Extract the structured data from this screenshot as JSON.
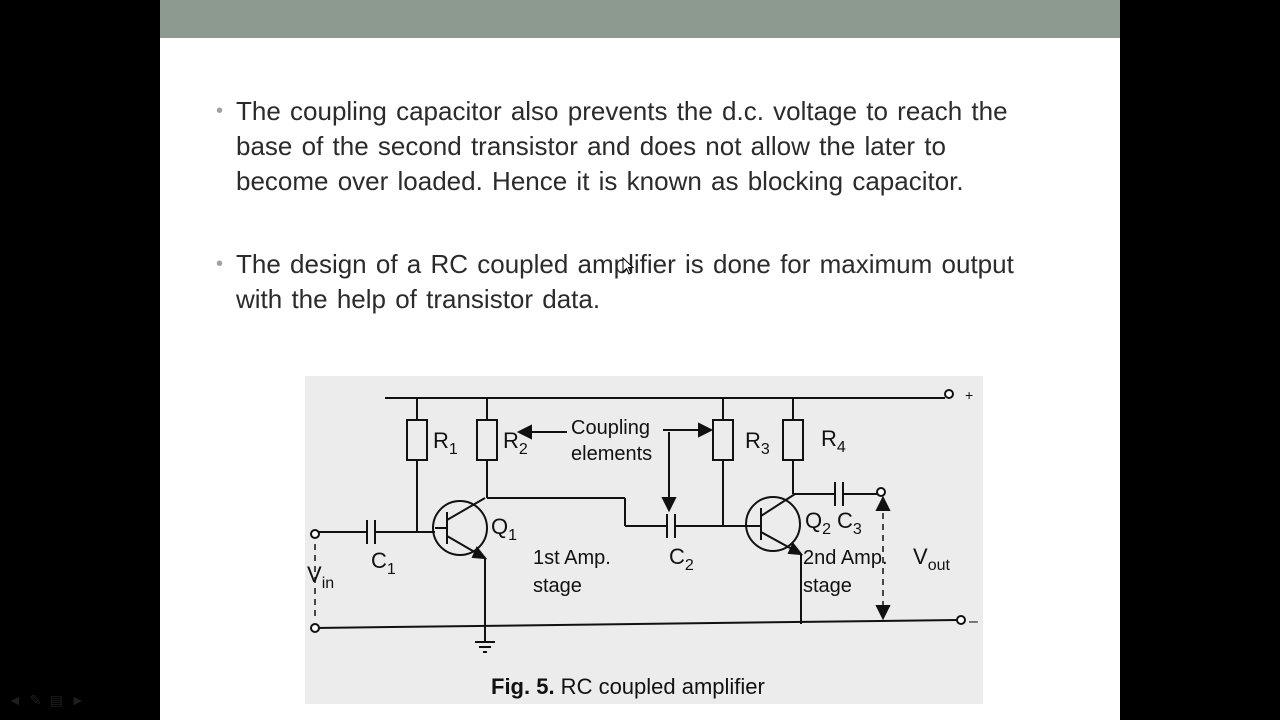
{
  "slide": {
    "bullets": [
      "The coupling capacitor also prevents the d.c. voltage to reach the base of the second  transistor and does not allow the later to become over loaded. Hence it is known as blocking capacitor.",
      "The design of a RC coupled amplifier is done for maximum output with the help of transistor data."
    ]
  },
  "figure": {
    "caption_bold": "Fig. 5.",
    "caption_text": " RC coupled amplifier",
    "labels": {
      "plus": "+",
      "minus": "–",
      "r1": "R",
      "r1_sub": "1",
      "r2": "R",
      "r2_sub": "2",
      "r3": "R",
      "r3_sub": "3",
      "r4": "R",
      "r4_sub": "4",
      "c1": "C",
      "c1_sub": "1",
      "c2": "C",
      "c2_sub": "2",
      "c3": "C",
      "c3_sub": "3",
      "q1": "Q",
      "q1_sub": "1",
      "q2": "Q",
      "q2_sub": "2",
      "vin": "V",
      "vin_sub": "in",
      "vout": "V",
      "vout_sub": "out",
      "coupling_line1": "Coupling",
      "coupling_line2": "elements",
      "stage1_line1": "1st Amp.",
      "stage1_line2": "stage",
      "stage2_line1": "2nd Amp.",
      "stage2_line2": "stage"
    }
  },
  "colors": {
    "topbar": "#8c9a8f",
    "bullet": "#9aa39c",
    "text": "#2b2b2b"
  }
}
